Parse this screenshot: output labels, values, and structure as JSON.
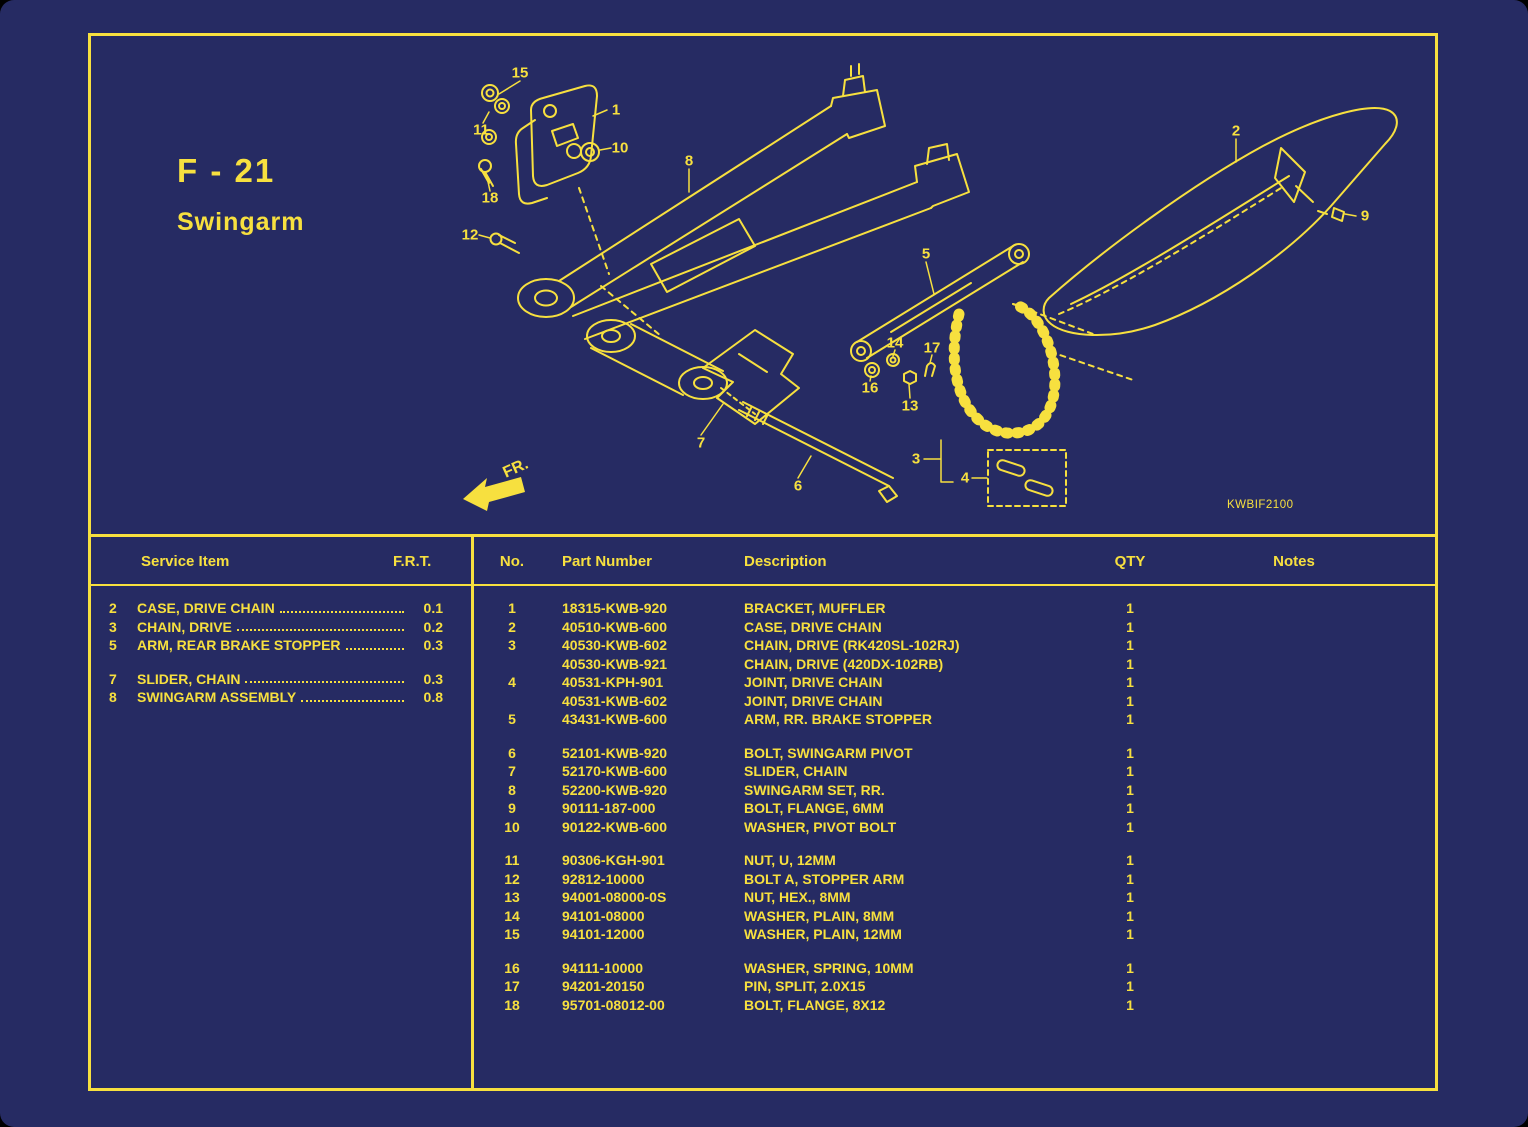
{
  "page": {
    "title": "F - 21",
    "subtitle": "Swingarm",
    "diagram_code": "KWBIF2100",
    "fr_label": "FR.",
    "colors": {
      "background": "#262b63",
      "accent": "#F7E03F"
    }
  },
  "diagram": {
    "callouts": [
      "1",
      "2",
      "3",
      "4",
      "5",
      "6",
      "7",
      "8",
      "9",
      "10",
      "11",
      "12",
      "13",
      "14",
      "15",
      "16",
      "17",
      "18"
    ]
  },
  "service_table": {
    "headers": {
      "item": "Service Item",
      "frt": "F.R.T."
    },
    "rows": [
      {
        "no": "2",
        "name": "CASE, DRIVE CHAIN",
        "frt": "0.1"
      },
      {
        "no": "3",
        "name": "CHAIN, DRIVE",
        "frt": "0.2"
      },
      {
        "no": "5",
        "name": "ARM, REAR BRAKE STOPPER",
        "frt": "0.3"
      },
      {
        "no": "7",
        "name": "SLIDER, CHAIN",
        "frt": "0.3",
        "gap": true
      },
      {
        "no": "8",
        "name": "SWINGARM ASSEMBLY",
        "frt": "0.8"
      }
    ]
  },
  "parts_table": {
    "headers": {
      "no": "No.",
      "part_number": "Part Number",
      "description": "Description",
      "qty": "QTY",
      "notes": "Notes"
    },
    "rows": [
      {
        "no": "1",
        "pn": "18315-KWB-920",
        "desc": "BRACKET, MUFFLER",
        "qty": "1",
        "notes": ""
      },
      {
        "no": "2",
        "pn": "40510-KWB-600",
        "desc": "CASE, DRIVE CHAIN",
        "qty": "1",
        "notes": ""
      },
      {
        "no": "3",
        "pn": "40530-KWB-602",
        "desc": "CHAIN, DRIVE (RK420SL-102RJ)",
        "qty": "1",
        "notes": ""
      },
      {
        "no": "",
        "pn": "40530-KWB-921",
        "desc": "CHAIN, DRIVE (420DX-102RB)",
        "qty": "1",
        "notes": ""
      },
      {
        "no": "4",
        "pn": "40531-KPH-901",
        "desc": "JOINT, DRIVE CHAIN",
        "qty": "1",
        "notes": ""
      },
      {
        "no": "",
        "pn": "40531-KWB-602",
        "desc": "JOINT, DRIVE CHAIN",
        "qty": "1",
        "notes": ""
      },
      {
        "no": "5",
        "pn": "43431-KWB-600",
        "desc": "ARM, RR. BRAKE STOPPER",
        "qty": "1",
        "notes": ""
      },
      {
        "no": "6",
        "pn": "52101-KWB-920",
        "desc": "BOLT, SWINGARM PIVOT",
        "qty": "1",
        "notes": "",
        "gap": true
      },
      {
        "no": "7",
        "pn": "52170-KWB-600",
        "desc": "SLIDER, CHAIN",
        "qty": "1",
        "notes": ""
      },
      {
        "no": "8",
        "pn": "52200-KWB-920",
        "desc": "SWINGARM SET, RR.",
        "qty": "1",
        "notes": ""
      },
      {
        "no": "9",
        "pn": "90111-187-000",
        "desc": "BOLT, FLANGE, 6MM",
        "qty": "1",
        "notes": ""
      },
      {
        "no": "10",
        "pn": "90122-KWB-600",
        "desc": "WASHER, PIVOT BOLT",
        "qty": "1",
        "notes": ""
      },
      {
        "no": "11",
        "pn": "90306-KGH-901",
        "desc": "NUT, U, 12MM",
        "qty": "1",
        "notes": "",
        "gap": true
      },
      {
        "no": "12",
        "pn": "92812-10000",
        "desc": "BOLT A, STOPPER ARM",
        "qty": "1",
        "notes": ""
      },
      {
        "no": "13",
        "pn": "94001-08000-0S",
        "desc": "NUT, HEX., 8MM",
        "qty": "1",
        "notes": ""
      },
      {
        "no": "14",
        "pn": "94101-08000",
        "desc": "WASHER, PLAIN, 8MM",
        "qty": "1",
        "notes": ""
      },
      {
        "no": "15",
        "pn": "94101-12000",
        "desc": "WASHER, PLAIN, 12MM",
        "qty": "1",
        "notes": ""
      },
      {
        "no": "16",
        "pn": "94111-10000",
        "desc": "WASHER, SPRING, 10MM",
        "qty": "1",
        "notes": "",
        "gap": true
      },
      {
        "no": "17",
        "pn": "94201-20150",
        "desc": "PIN, SPLIT, 2.0X15",
        "qty": "1",
        "notes": ""
      },
      {
        "no": "18",
        "pn": "95701-08012-00",
        "desc": "BOLT, FLANGE, 8X12",
        "qty": "1",
        "notes": ""
      }
    ]
  }
}
